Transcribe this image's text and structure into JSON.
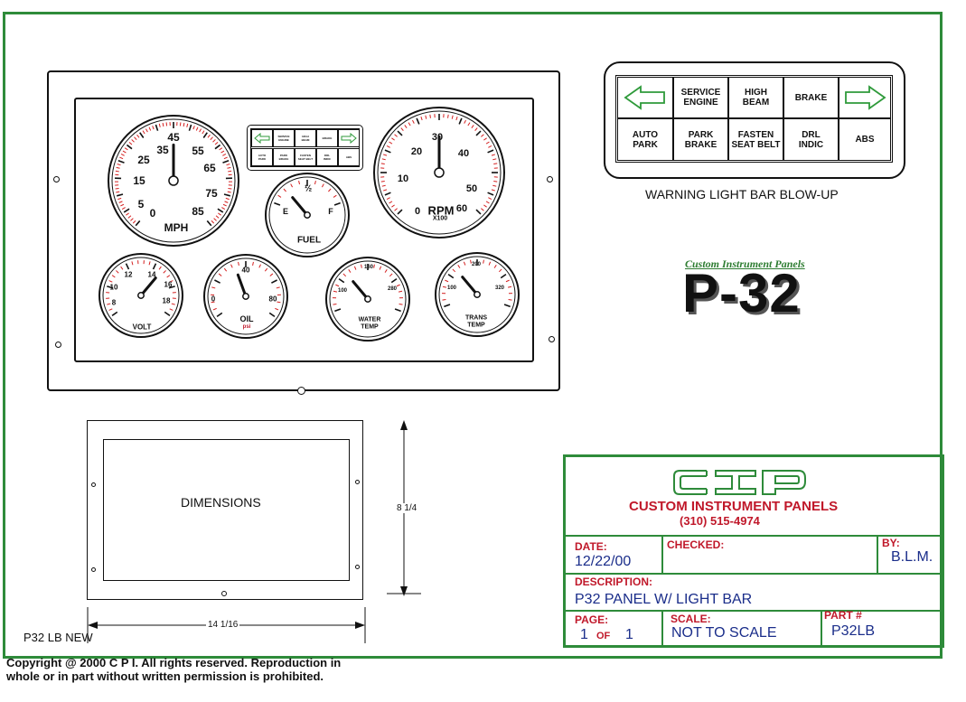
{
  "drawing": {
    "light_bar_caption": "WARNING LIGHT BAR BLOW-UP",
    "light_bar": {
      "top_row": [
        "SERVICE\nENGINE",
        "HIGH\nBEAM",
        "BRAKE"
      ],
      "bottom_row": [
        "AUTO\nPARK",
        "PARK\nBRAKE",
        "FASTEN\nSEAT BELT",
        "DRL\nINDIC",
        "ABS"
      ]
    },
    "logo_tagline": "Custom Instrument Panels",
    "model_name": "P-32",
    "dimensions_label": "DIMENSIONS",
    "height_dim": "8 1/4",
    "width_dim": "14 1/16",
    "drawing_name": "P32 LB NEW",
    "copyright_line1": "Copyright @ 2000 C P I.  All rights reserved.  Reproduction in",
    "copyright_line2": "whole or in part without written permission is prohibited."
  },
  "gauges": {
    "speedo": {
      "ticks": [
        "35",
        "45",
        "55",
        "25",
        "65",
        "15",
        "75",
        "5",
        "85",
        "0"
      ],
      "unit": "MPH"
    },
    "tach": {
      "ticks": [
        "20",
        "30",
        "40",
        "10",
        "50",
        "0",
        "60"
      ],
      "unit": "RPM",
      "sub": "X100"
    },
    "fuel": {
      "half": "½",
      "e": "E",
      "f": "F",
      "unit": "FUEL"
    },
    "volt": {
      "ticks": [
        "12",
        "14",
        "10",
        "16",
        "8",
        "18"
      ],
      "unit": "VOLT"
    },
    "oil": {
      "ticks": [
        "40",
        "0",
        "80"
      ],
      "unit": "OIL",
      "sub": "psi"
    },
    "water": {
      "ticks": [
        "160",
        "100",
        "280"
      ],
      "unit": "WATER",
      "sub": "TEMP"
    },
    "trans": {
      "ticks": [
        "200",
        "100",
        "320"
      ],
      "unit": "TRANS",
      "sub": "TEMP"
    }
  },
  "title_block": {
    "company_logo": "CIP",
    "company_name": "CUSTOM INSTRUMENT PANELS",
    "phone": "(310) 515-4974",
    "date_label": "DATE:",
    "date_value": "12/22/00",
    "checked_label": "CHECKED:",
    "by_label": "BY:",
    "by_value": "B.L.M.",
    "description_label": "DESCRIPTION:",
    "description_value": "P32 PANEL W/ LIGHT BAR",
    "page_label": "PAGE:",
    "page_value_a": "1",
    "page_of": "OF",
    "page_value_b": "1",
    "scale_label": "SCALE:",
    "scale_value": "NOT TO SCALE",
    "part_label": "PART #",
    "part_value": "P32LB"
  },
  "colors": {
    "border_green": "#2e8b3a",
    "label_red": "#c0182a",
    "value_blue": "#1a2d8a",
    "arrow_green": "#2e9a3a",
    "tick_red": "#d42020"
  }
}
